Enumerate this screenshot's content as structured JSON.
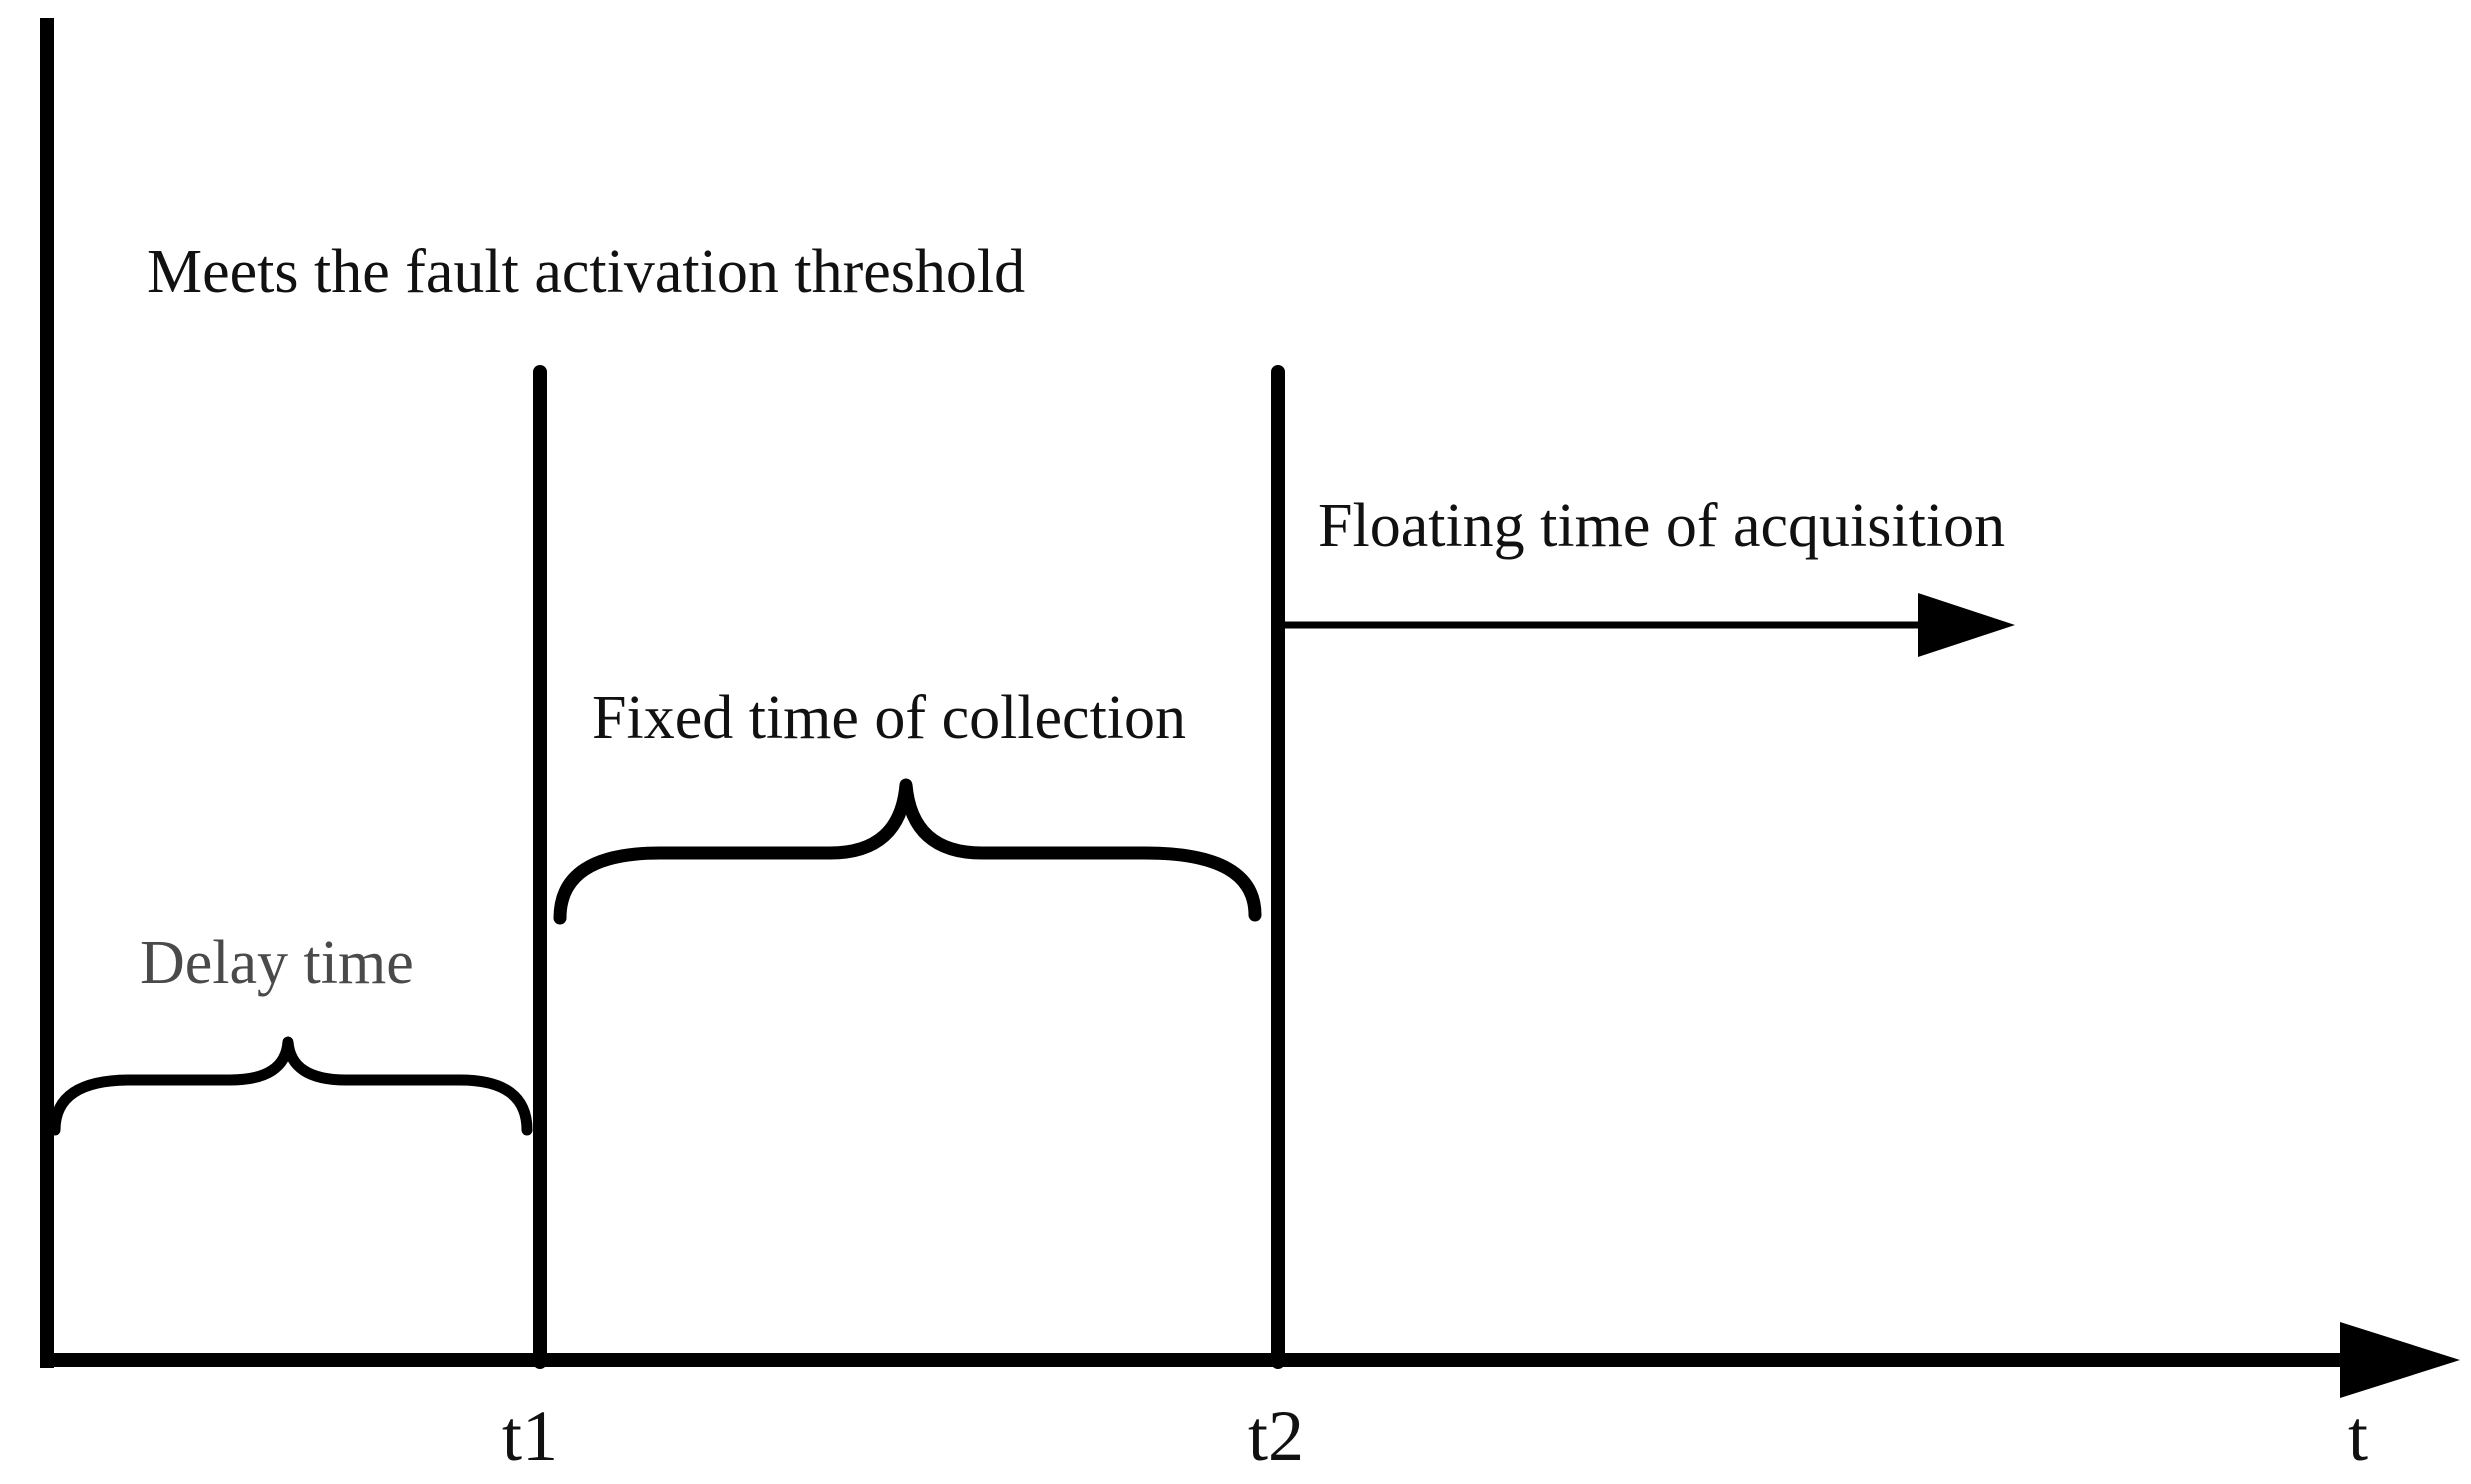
{
  "labels": {
    "threshold": "Meets the fault activation threshold",
    "floating": "Floating time of acquisition",
    "fixed": "Fixed time of collection",
    "delay": "Delay time"
  },
  "axis": {
    "t1": "t1",
    "t2": "t2",
    "t": "t"
  },
  "colors": {
    "line": "#000000",
    "text": "#111111",
    "delay_text": "#4a4a4a"
  }
}
